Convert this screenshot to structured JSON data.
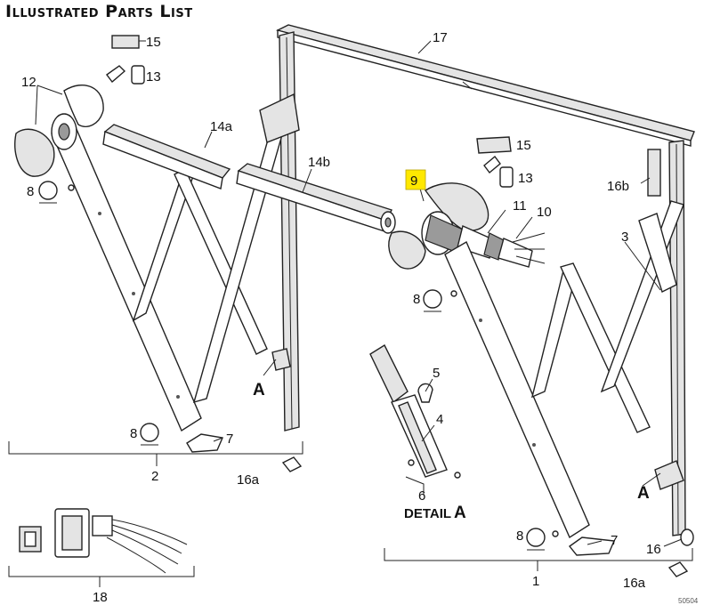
{
  "title": "Illustrated Parts List",
  "highlight_color": "#ffe800",
  "callouts": {
    "p1": "1",
    "p2": "2",
    "p3": "3",
    "p4": "4",
    "p5": "5",
    "p6": "6",
    "p7": "7",
    "p8": "8",
    "p9": "9",
    "p10": "10",
    "p11": "11",
    "p12": "12",
    "p13": "13",
    "p14a": "14a",
    "p14b": "14b",
    "p15": "15",
    "p16": "16",
    "p16a": "16a",
    "p16b": "16b",
    "p17": "17",
    "p18": "18",
    "detail_a_marker": "A",
    "detail_label": "DETAIL",
    "detail_letter": "A"
  },
  "highlighted_callout": "9",
  "corner_code": "50504"
}
